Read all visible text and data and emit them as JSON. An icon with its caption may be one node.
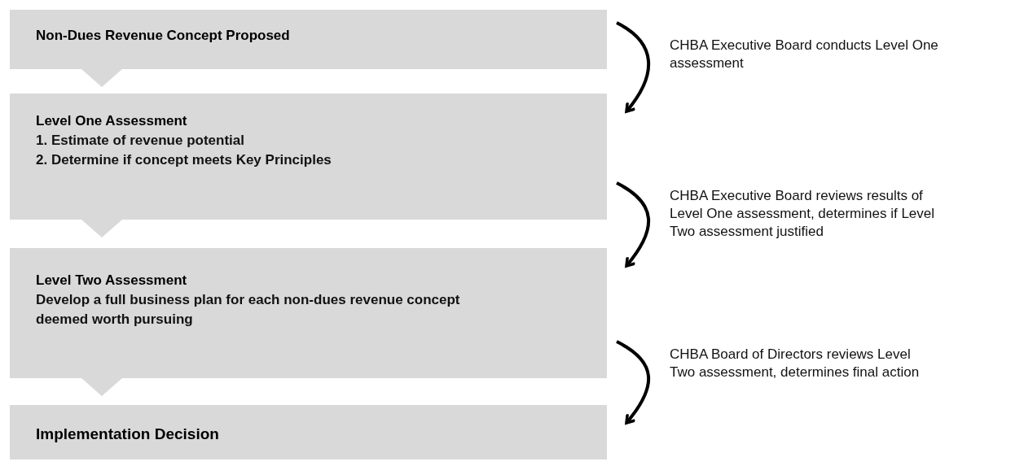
{
  "diagram": {
    "nodes": [
      {
        "text": [
          "Non-Dues Revenue Concept Proposed"
        ]
      },
      {
        "text": [
          "Level One Assessment",
          "1. Estimate of revenue potential",
          "2. Determine if concept meets Key Principles"
        ]
      },
      {
        "text": [
          "Level Two Assessment",
          "Develop a full business plan for each non-dues revenue concept deemed worth pursuing"
        ]
      },
      {
        "text": [
          "Implementation Decision"
        ]
      }
    ],
    "edges": [
      {
        "from": 0,
        "to": 1,
        "arrow": "to",
        "label": "CHBA Executive Board conducts Level One assessment"
      },
      {
        "from": 1,
        "to": 2,
        "arrow": "to",
        "label": "CHBA Executive Board reviews results of Level One assessment, determines if Level Two assessment justified"
      },
      {
        "from": 2,
        "to": 3,
        "arrow": "to",
        "label": "CHBA Board of Directors reviews Level Two assessment, determines final action"
      }
    ]
  }
}
